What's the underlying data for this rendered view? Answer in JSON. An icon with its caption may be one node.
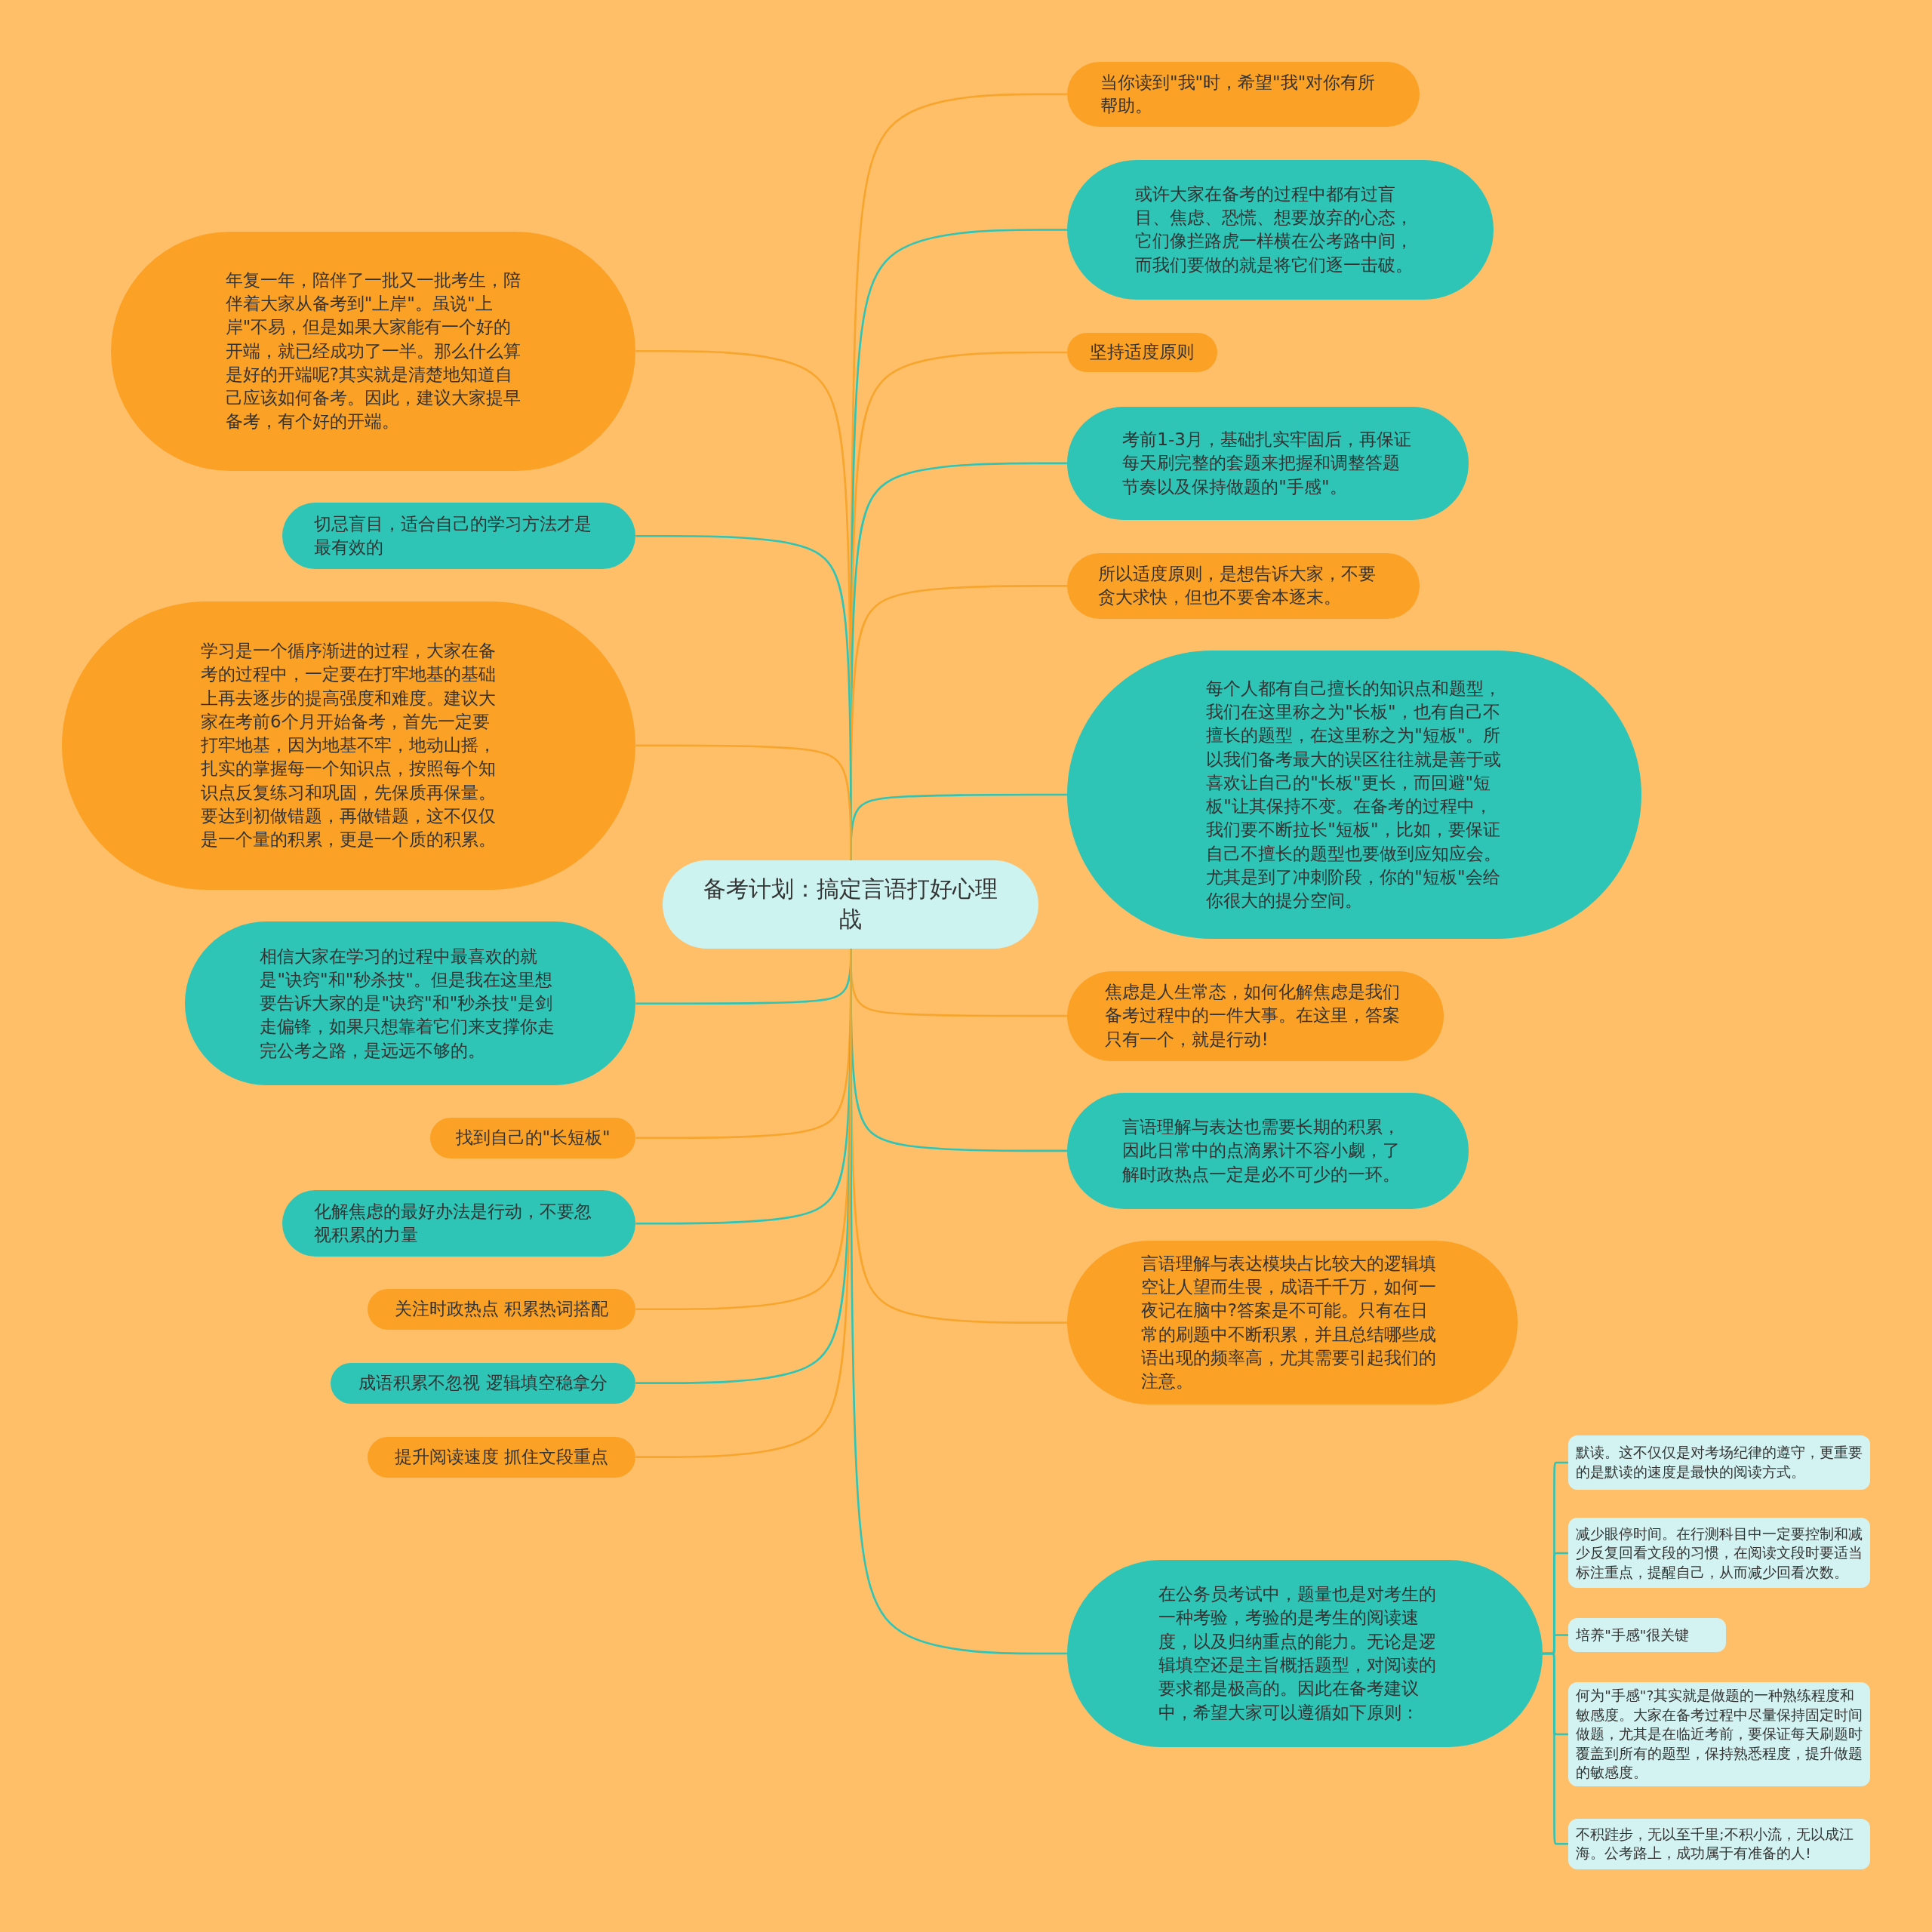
{
  "diagram": {
    "nodes": [
      {
        "text": [
          "备考计划：搞定言语打好心理战"
        ]
      },
      {
        "text": [
          "当你读到\"我\"时，希望\"我\"对你有所帮助。"
        ]
      },
      {
        "text": [
          "或许大家在备考的过程中都有过盲目、焦虑、恐慌、想要放弃的心态，它们像拦路虎一样横在公考路中间，而我们要做的就是将它们逐一击破。"
        ]
      },
      {
        "text": [
          "坚持适度原则"
        ]
      },
      {
        "text": [
          "考前1-3月，基础扎实牢固后，再保证每天刷完整的套题来把握和调整答题节奏以及保持做题的\"手感\"。"
        ]
      },
      {
        "text": [
          "所以适度原则，是想告诉大家，不要贪大求快，但也不要舍本逐末。"
        ]
      },
      {
        "text": [
          "每个人都有自己擅长的知识点和题型，我们在这里称之为\"长板\"，也有自己不擅长的题型，在这里称之为\"短板\"。所以我们备考最大的误区往往就是善于或喜欢让自己的\"长板\"更长，而回避\"短板\"让其保持不变。在备考的过程中，我们要不断拉长\"短板\"，比如，要保证自己不擅长的题型也要做到应知应会。尤其是到了冲刺阶段，你的\"短板\"会给你很大的提分空间。"
        ]
      },
      {
        "text": [
          "焦虑是人生常态，如何化解焦虑是我们备考过程中的一件大事。在这里，答案只有一个，就是行动!"
        ]
      },
      {
        "text": [
          "言语理解与表达也需要长期的积累，因此日常中的点滴累计不容小觑，了解时政热点一定是必不可少的一环。"
        ]
      },
      {
        "text": [
          "言语理解与表达模块占比较大的逻辑填空让人望而生畏，成语千千万，如何一夜记在脑中?答案是不可能。只有在日常的刷题中不断积累，并且总结哪些成语出现的频率高，尤其需要引起我们的注意。"
        ]
      },
      {
        "text": [
          "在公务员考试中，题量也是对考生的一种考验，考验的是考生的阅读速度，以及归纳重点的能力。无论是逻辑填空还是主旨概括题型，对阅读的要求都是极高的。因此在备考建议中，希望大家可以遵循如下原则："
        ]
      },
      {
        "text": [
          "默读。这不仅仅是对考场纪律的遵守，更重要的是默读的速度是最快的阅读方式。"
        ]
      },
      {
        "text": [
          "减少眼停时间。在行测科目中一定要控制和减少反复回看文段的习惯，在阅读文段时要适当标注重点，提醒自己，从而减少回看次数。"
        ]
      },
      {
        "text": [
          "培养\"手感\"很关键"
        ]
      },
      {
        "text": [
          "何为\"手感\"?其实就是做题的一种熟练程度和敏感度。大家在备考过程中尽量保持固定时间做题，尤其是在临近考前，要保证每天刷题时覆盖到所有的题型，保持熟悉程度，提升做题的敏感度。"
        ]
      },
      {
        "text": [
          "不积跬步，无以至千里;不积小流，无以成江海。公考路上，成功属于有准备的人!"
        ]
      },
      {
        "text": [
          "年复一年，陪伴了一批又一批考生，陪伴着大家从备考到\"上岸\"。虽说\"上岸\"不易，但是如果大家能有一个好的开端，就已经成功了一半。那么什么算是好的开端呢?其实就是清楚地知道自己应该如何备考。因此，建议大家提早备考，有个好的开端。"
        ]
      },
      {
        "text": [
          "切忌盲目，适合自己的学习方法才是最有效的"
        ]
      },
      {
        "text": [
          "学习是一个循序渐进的过程，大家在备考的过程中，一定要在打牢地基的基础上再去逐步的提高强度和难度。建议大家在考前6个月开始备考，首先一定要打牢地基，因为地基不牢，地动山摇，扎实的掌握每一个知识点，按照每个知识点反复练习和巩固，先保质再保量。要达到初做错题，再做错题，这不仅仅是一个量的积累，更是一个质的积累。"
        ]
      },
      {
        "text": [
          "相信大家在学习的过程中最喜欢的就是\"诀窍\"和\"秒杀技\"。但是我在这里想要告诉大家的是\"诀窍\"和\"秒杀技\"是剑走偏锋，如果只想靠着它们来支撑你走完公考之路，是远远不够的。"
        ]
      },
      {
        "text": [
          "找到自己的\"长短板\""
        ]
      },
      {
        "text": [
          "化解焦虑的最好办法是行动，不要忽视积累的力量"
        ]
      },
      {
        "text": [
          "关注时政热点 积累热词搭配"
        ]
      },
      {
        "text": [
          "成语积累不忽视 逻辑填空稳拿分"
        ]
      },
      {
        "text": [
          "提升阅读速度 抓住文段重点"
        ]
      }
    ],
    "edges": [
      {
        "from": 0,
        "to": 1,
        "arrow": "none",
        "color": "#f7a52c"
      },
      {
        "from": 0,
        "to": 2,
        "arrow": "none"
      },
      {
        "from": 0,
        "to": 3,
        "arrow": "none",
        "color": "#f7a52c"
      },
      {
        "from": 0,
        "to": 4,
        "arrow": "none"
      },
      {
        "from": 0,
        "to": 5,
        "arrow": "none",
        "color": "#f7a52c"
      },
      {
        "from": 0,
        "to": 6,
        "arrow": "none"
      },
      {
        "from": 0,
        "to": 7,
        "arrow": "none",
        "color": "#f7a52c"
      },
      {
        "from": 0,
        "to": 8,
        "arrow": "none"
      },
      {
        "from": 0,
        "to": 9,
        "arrow": "none",
        "color": "#f7a52c"
      },
      {
        "from": 0,
        "to": 10,
        "arrow": "none"
      },
      {
        "from": 10,
        "to": 11,
        "arrow": "none"
      },
      {
        "from": 10,
        "to": 12,
        "arrow": "none"
      },
      {
        "from": 10,
        "to": 13,
        "arrow": "none"
      },
      {
        "from": 10,
        "to": 14,
        "arrow": "none"
      },
      {
        "from": 10,
        "to": 15,
        "arrow": "none"
      },
      {
        "from": 0,
        "to": 16,
        "arrow": "none",
        "color": "#f7a52c"
      },
      {
        "from": 0,
        "to": 17,
        "arrow": "none"
      },
      {
        "from": 0,
        "to": 18,
        "arrow": "none",
        "color": "#f7a52c"
      },
      {
        "from": 0,
        "to": 19,
        "arrow": "none"
      },
      {
        "from": 0,
        "to": 20,
        "arrow": "none",
        "color": "#f7a52c"
      },
      {
        "from": 0,
        "to": 21,
        "arrow": "none"
      },
      {
        "from": 0,
        "to": 22,
        "arrow": "none",
        "color": "#f7a52c"
      },
      {
        "from": 0,
        "to": 23,
        "arrow": "none"
      },
      {
        "from": 0,
        "to": 24,
        "arrow": "none",
        "color": "#f7a52c"
      }
    ]
  }
}
